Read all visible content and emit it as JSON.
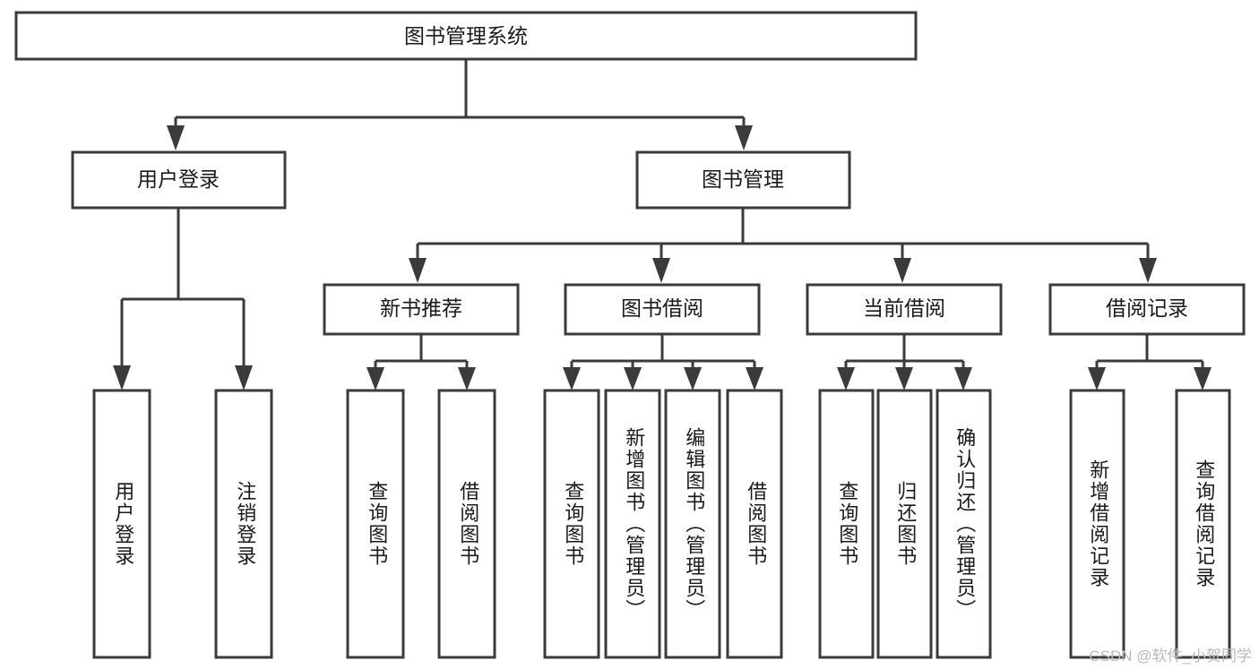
{
  "diagram": {
    "type": "tree-hierarchy",
    "title": "图书管理系统",
    "watermark": "CSDN @软件_小贺同学",
    "colors": {
      "box_stroke": "#3b3b3b",
      "box_fill": "#ffffff",
      "text": "#1a1a1a",
      "watermark": "#b9b9b9",
      "background": "#ffffff"
    },
    "levels": {
      "root": {
        "label": "图书管理系统"
      },
      "level2": [
        {
          "label": "用户登录"
        },
        {
          "label": "图书管理"
        }
      ],
      "level3": [
        {
          "label": "新书推荐"
        },
        {
          "label": "图书借阅"
        },
        {
          "label": "当前借阅"
        },
        {
          "label": "借阅记录"
        }
      ],
      "leaves": {
        "user_login": [
          {
            "label": "用户登录"
          },
          {
            "label": "注销登录"
          }
        ],
        "new_book_recommend": [
          {
            "label": "查询图书"
          },
          {
            "label": "借阅图书"
          }
        ],
        "book_borrow": [
          {
            "label": "查询图书"
          },
          {
            "label": "新增图书（管理员）"
          },
          {
            "label": "编辑图书（管理员）"
          },
          {
            "label": "借阅图书"
          }
        ],
        "current_borrow": [
          {
            "label": "查询图书"
          },
          {
            "label": "归还图书"
          },
          {
            "label": "确认归还（管理员）"
          }
        ],
        "borrow_record": [
          {
            "label": "新增借阅记录"
          },
          {
            "label": "查询借阅记录"
          }
        ]
      }
    }
  }
}
